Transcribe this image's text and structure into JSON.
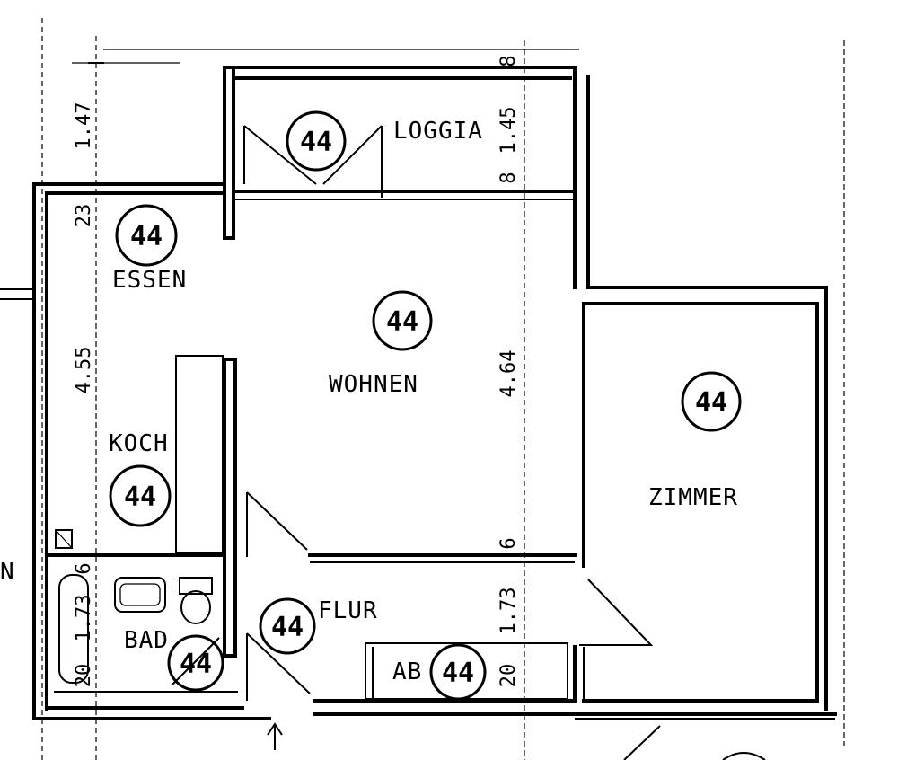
{
  "rooms": {
    "loggia": "LOGGIA",
    "essen": "ESSEN",
    "wohnen": "WOHNEN",
    "zimmer": "ZIMMER",
    "koch": "KOCH",
    "bad": "BAD",
    "flur": "FLUR",
    "ab": "AB",
    "cut_label": "N"
  },
  "markers": {
    "loggia": "44",
    "essen": "44",
    "wohnen": "44",
    "zimmer": "44",
    "koch": "44",
    "bad": "44",
    "flur": "44",
    "ab": "44"
  },
  "dimensions": {
    "left_top": "1.47",
    "left_23": "23",
    "left_455": "4.55",
    "left_6": "6",
    "left_173": "1.73",
    "left_20": "20",
    "mid_top_8": "8",
    "mid_145": "1.45",
    "mid_8": "8",
    "mid_464": "4.64",
    "mid_6": "6",
    "mid_173": "1.73",
    "mid_20": "20"
  }
}
